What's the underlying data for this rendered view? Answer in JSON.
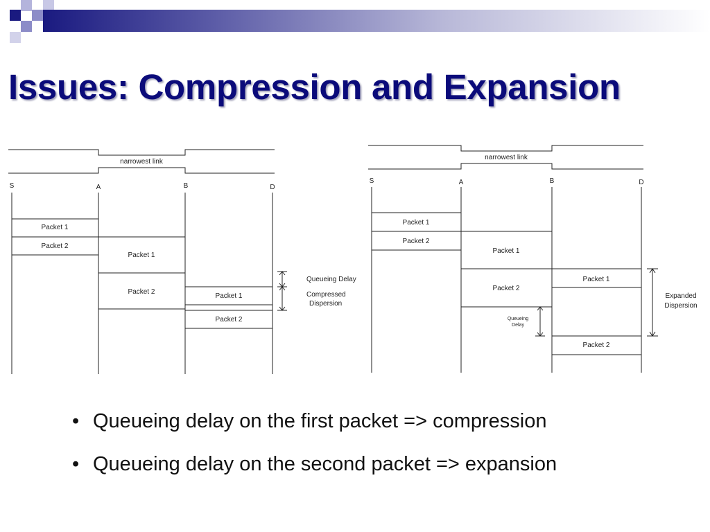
{
  "title": "Issues: Compression and Expansion",
  "colors": {
    "title": "#0b0b7a",
    "accent": "#1a1a80",
    "accent_light": "#8c8cc8"
  },
  "diagrams": {
    "compression": {
      "link_label": "narrowest link",
      "nodes": [
        "S",
        "A",
        "B",
        "D"
      ],
      "packets": [
        "Packet 1",
        "Packet 2",
        "Packet 1",
        "Packet 2",
        "Packet 1",
        "Packet 2"
      ],
      "queueing_label": "Queueing Delay",
      "dispersion_label_1": "Compressed",
      "dispersion_label_2": "Dispersion"
    },
    "expansion": {
      "link_label": "narrowest link",
      "nodes": [
        "S",
        "A",
        "B",
        "D"
      ],
      "packets": [
        "Packet 1",
        "Packet 2",
        "Packet 1",
        "Packet 2",
        "Packet 1",
        "Packet 2"
      ],
      "queueing_label_1": "Queueing",
      "queueing_label_2": "Delay",
      "dispersion_label_1": "Expanded",
      "dispersion_label_2": "Dispersion"
    }
  },
  "bullets": [
    "Queueing delay on the first packet => compression",
    "Queueing delay on the second packet => expansion"
  ],
  "bullet_glyph": "•"
}
